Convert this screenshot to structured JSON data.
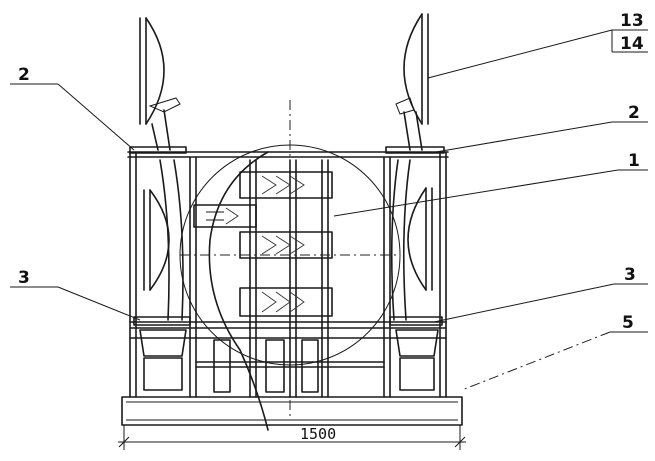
{
  "callouts": {
    "c1": "1",
    "c2_left": "2",
    "c2_right": "2",
    "c3_left": "3",
    "c3_right": "3",
    "c5": "5",
    "c13": "13",
    "c14": "14"
  },
  "dimension": {
    "width_label": "1500"
  }
}
